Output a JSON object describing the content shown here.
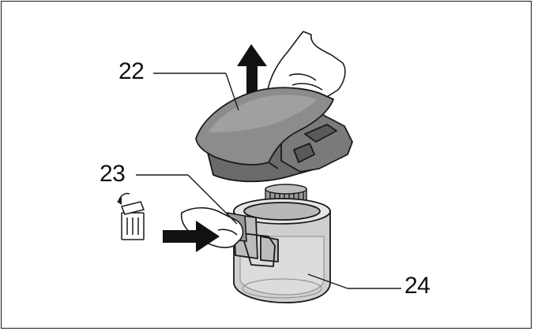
{
  "callouts": {
    "part_22": "22",
    "part_23": "23",
    "part_24": "24"
  },
  "icons": {
    "lift_arrow": "arrow-up-icon",
    "push_arrow": "arrow-right-icon",
    "empty_dust": "trash-bin-icon"
  },
  "colors": {
    "outline": "#1a1a1a",
    "cover_fill": "#8c8c8c",
    "cover_dark": "#6a6a6a",
    "cover_light": "#a8a8a8",
    "container_fill": "#cfcfcf",
    "filter_fill": "#9a9a9a",
    "hand_fill": "#ffffff"
  }
}
